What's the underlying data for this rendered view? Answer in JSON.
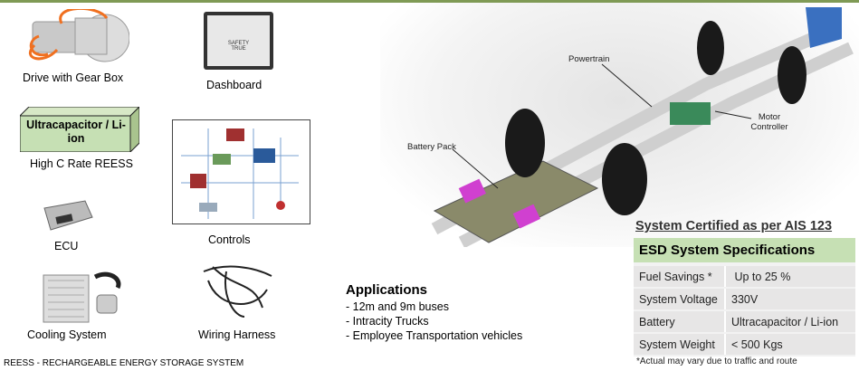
{
  "components": [
    {
      "label": "Drive with Gear Box",
      "icon": "motor-gearbox-image"
    },
    {
      "label": "Dashboard",
      "icon": "dashboard-display-image"
    },
    {
      "label": "High C Rate REESS",
      "icon": "reess-box"
    },
    {
      "label": "Controls",
      "icon": "controls-diagram-image"
    },
    {
      "label": "ECU",
      "icon": "ecu-image"
    },
    {
      "label": "Cooling System",
      "icon": "radiator-image"
    },
    {
      "label": "Wiring Harness",
      "icon": "wiring-harness-image"
    }
  ],
  "reess_box_text": "Ultracapacitor / Li-ion",
  "dashboard_screen": [
    "SAFETY",
    "TRUE"
  ],
  "chassis_labels": {
    "powertrain": "Powertrain",
    "battery": "Battery Pack",
    "motor_controller": "Motor Controller"
  },
  "applications": {
    "title": "Applications",
    "items": [
      "- 12m and 9m buses",
      "- Intracity Trucks",
      "- Employee Transportation vehicles"
    ]
  },
  "certification": "System Certified as per AIS 123",
  "specs": {
    "title": "ESD System Specifications",
    "rows": [
      {
        "name": "Fuel Savings *",
        "value": " Up to 25 %"
      },
      {
        "name": "System Voltage",
        "value": "330V"
      },
      {
        "name": "Battery",
        "value": "Ultracapacitor / Li-ion"
      },
      {
        "name": "System Weight",
        "value": "< 500 Kgs"
      }
    ],
    "note": "*Actual may vary due to traffic and route"
  },
  "footnote": "REESS - RECHARGEABLE ENERGY STORAGE SYSTEM",
  "colors": {
    "accent_line": "#7f9a55",
    "spec_header": "#c6e0b4",
    "battery_highlight": "#d040d0"
  }
}
